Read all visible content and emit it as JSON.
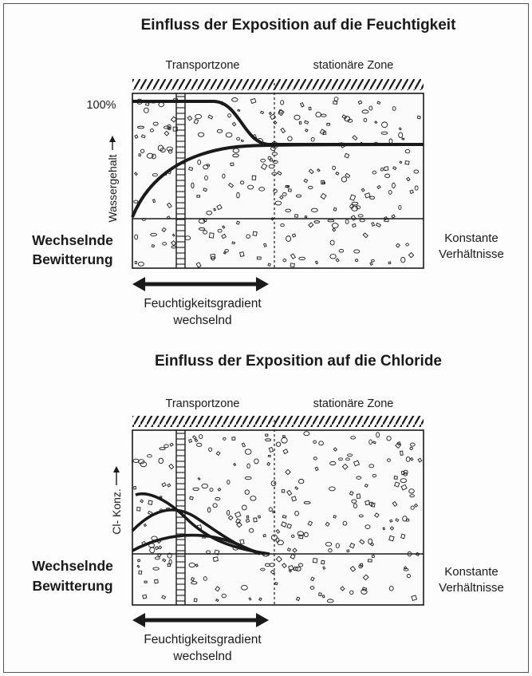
{
  "panels": [
    {
      "title": "Einfluss der Exposition auf die Feuchtigkeit",
      "zone_left": "Transportzone",
      "zone_right": "stationäre Zone",
      "y_label": "Wassergehalt",
      "y_max_label": "100%",
      "side_left_line1": "Wechselnde",
      "side_left_line2": "Bewitterung",
      "side_right_line1": "Konstante",
      "side_right_line2": "Verhältnisse",
      "gradient_line1": "Feuchtigkeitsgradient",
      "gradient_line2": "wechselnd"
    },
    {
      "title": "Einfluss der Exposition auf die Chloride",
      "zone_left": "Transportzone",
      "zone_right": "stationäre Zone",
      "y_label": "Cl- Konz.",
      "side_left_line1": "Wechselnde",
      "side_left_line2": "Bewitterung",
      "side_right_line1": "Konstante",
      "side_right_line2": "Verhältnisse",
      "gradient_line1": "Feuchtigkeitsgradient",
      "gradient_line2": "wechselnd"
    }
  ]
}
